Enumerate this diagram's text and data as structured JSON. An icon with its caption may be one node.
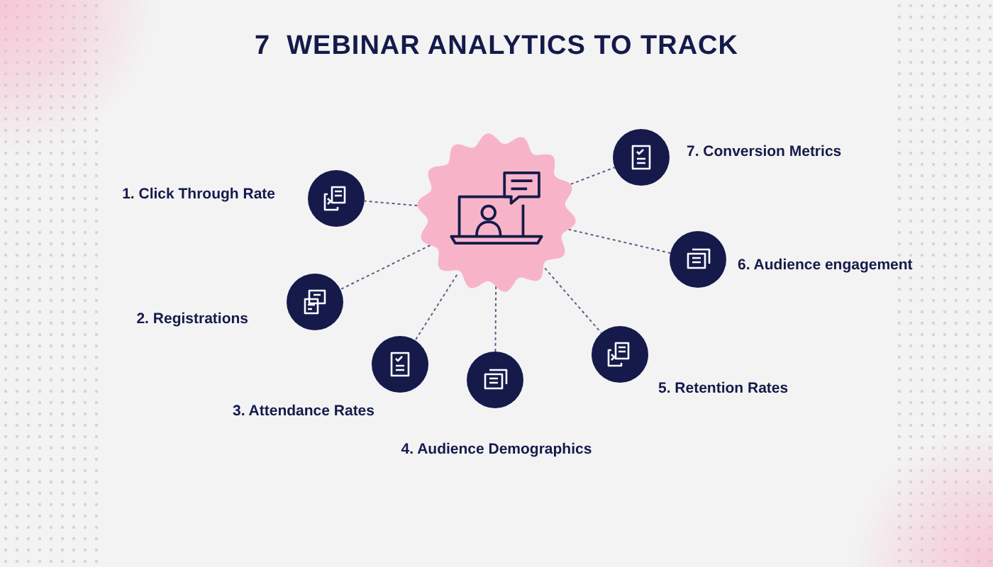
{
  "diagram": {
    "title": "7  WEBINAR ANALYTICS TO TRACK",
    "nodes": [
      {
        "text": [],
        "shape": "picture"
      },
      {
        "text": [],
        "shape": "circle",
        "beside": [
          "1. Click Through Rate"
        ]
      },
      {
        "text": [],
        "shape": "circle",
        "beside": [
          "2. Registrations"
        ]
      },
      {
        "text": [],
        "shape": "circle",
        "beside": [
          "3. Attendance Rates"
        ]
      },
      {
        "text": [],
        "shape": "circle",
        "beside": [
          "4. Audience Demographics"
        ]
      },
      {
        "text": [],
        "shape": "circle",
        "beside": [
          "5. Retention Rates"
        ]
      },
      {
        "text": [],
        "shape": "circle",
        "beside": [
          "6. Audience engagement"
        ]
      },
      {
        "text": [],
        "shape": "circle",
        "beside": [
          "7. Conversion Metrics"
        ]
      }
    ],
    "edges": [
      {
        "from": 0,
        "to": 1,
        "arrow": "none",
        "style": "dashed"
      },
      {
        "from": 0,
        "to": 2,
        "arrow": "none",
        "style": "dashed"
      },
      {
        "from": 0,
        "to": 3,
        "arrow": "none",
        "style": "dashed"
      },
      {
        "from": 0,
        "to": 4,
        "arrow": "none",
        "style": "dashed"
      },
      {
        "from": 0,
        "to": 5,
        "arrow": "none",
        "style": "dashed"
      },
      {
        "from": 0,
        "to": 6,
        "arrow": "none",
        "style": "dashed"
      },
      {
        "from": 0,
        "to": 7,
        "arrow": "none",
        "style": "dashed"
      }
    ]
  }
}
